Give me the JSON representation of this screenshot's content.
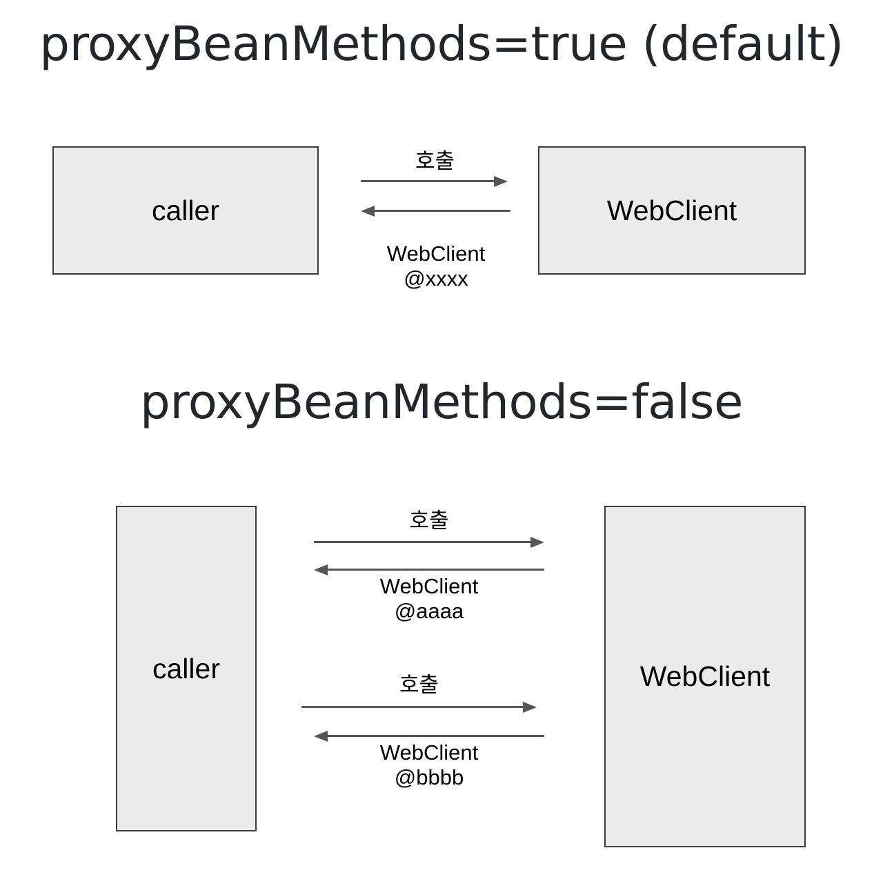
{
  "page": {
    "background": "#ffffff",
    "box_fill": "#ececec",
    "box_border": "#3d3d3d",
    "arrow_color": "#555555",
    "title_color": "#23272c"
  },
  "sections": [
    {
      "title": "proxyBeanMethods=true (default)",
      "left_node": "caller",
      "right_node": "WebClient",
      "exchanges": [
        {
          "call_label": "호출",
          "return_label_line1": "WebClient",
          "return_label_line2": "@xxxx"
        }
      ]
    },
    {
      "title": "proxyBeanMethods=false",
      "left_node": "caller",
      "right_node": "WebClient",
      "exchanges": [
        {
          "call_label": "호출",
          "return_label_line1": "WebClient",
          "return_label_line2": "@aaaa"
        },
        {
          "call_label": "호출",
          "return_label_line1": "WebClient",
          "return_label_line2": "@bbbb"
        }
      ]
    }
  ]
}
